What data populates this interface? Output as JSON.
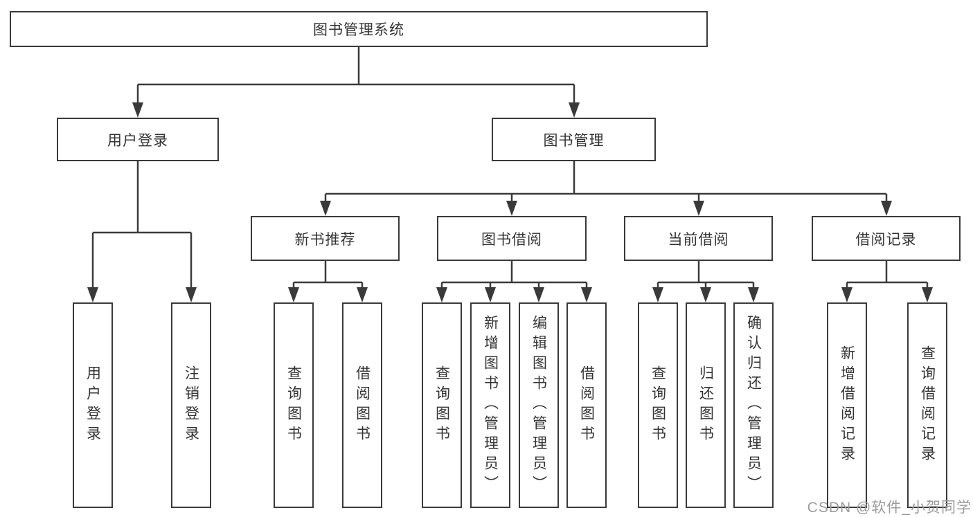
{
  "diagram_title": "图书管理系统",
  "tree": {
    "root": {
      "label": "图书管理系统"
    },
    "login": {
      "label": "用户登录",
      "children": [
        {
          "label": "用户登录"
        },
        {
          "label": "注销登录"
        }
      ]
    },
    "management": {
      "label": "图书管理",
      "sections": [
        {
          "label": "新书推荐",
          "children": [
            {
              "label": "查询图书"
            },
            {
              "label": "借阅图书"
            }
          ]
        },
        {
          "label": "图书借阅",
          "children": [
            {
              "label": "查询图书"
            },
            {
              "label": "新增图书（管理员）"
            },
            {
              "label": "编辑图书（管理员）"
            },
            {
              "label": "借阅图书"
            }
          ]
        },
        {
          "label": "当前借阅",
          "children": [
            {
              "label": "查询图书"
            },
            {
              "label": "归还图书"
            },
            {
              "label": "确认归还（管理员）"
            }
          ]
        },
        {
          "label": "借阅记录",
          "children": [
            {
              "label": "新增借阅记录"
            },
            {
              "label": "查询借阅记录"
            }
          ]
        }
      ]
    }
  },
  "watermark": {
    "text": "CSDN @软件_小贺同学"
  },
  "colors": {
    "line": "#3a3a3a",
    "box_border": "#3a3a3a",
    "box_background": "#ffffff",
    "text": "#333333",
    "watermark_text": "#9b9b9b",
    "page_background": "#ffffff"
  }
}
